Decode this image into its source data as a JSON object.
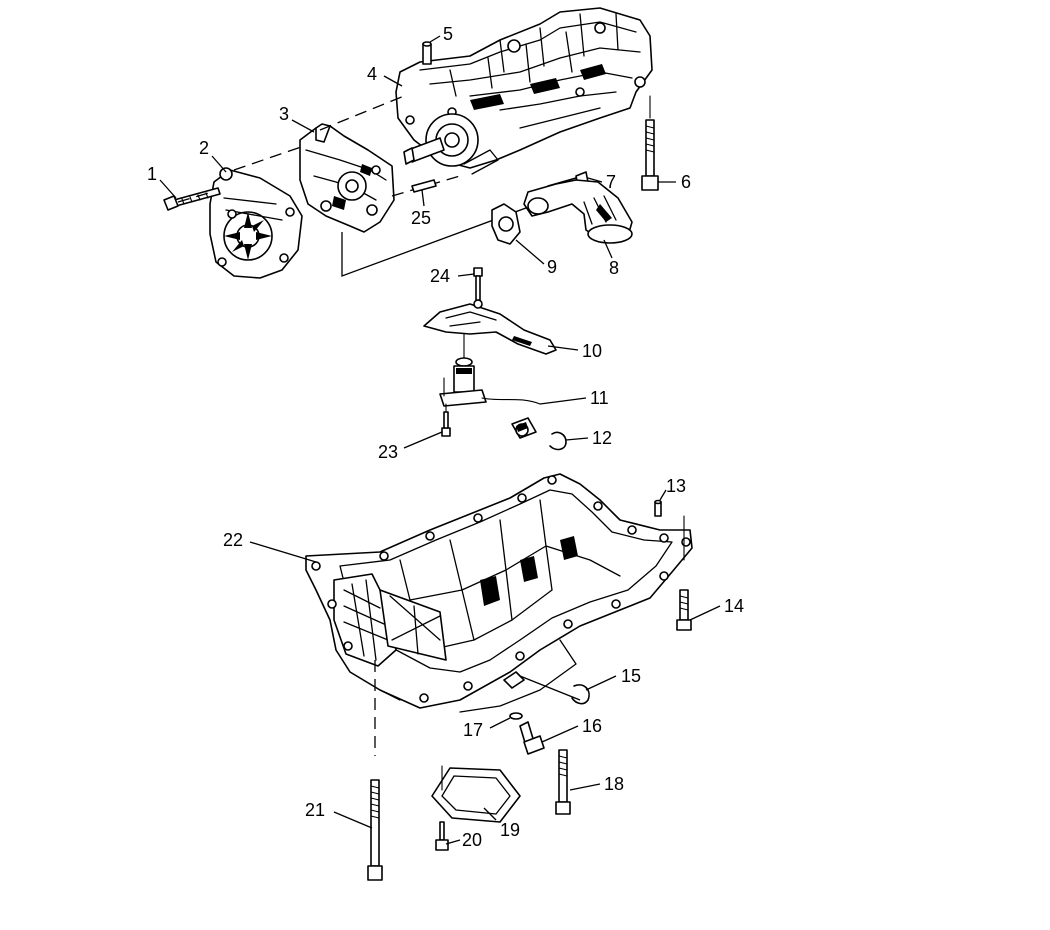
{
  "diagram": {
    "callouts": [
      "1",
      "2",
      "3",
      "4",
      "5",
      "6",
      "7",
      "8",
      "9",
      "10",
      "11",
      "12",
      "13",
      "14",
      "15",
      "16",
      "17",
      "18",
      "19",
      "20",
      "21",
      "22",
      "23",
      "24",
      "25"
    ]
  }
}
